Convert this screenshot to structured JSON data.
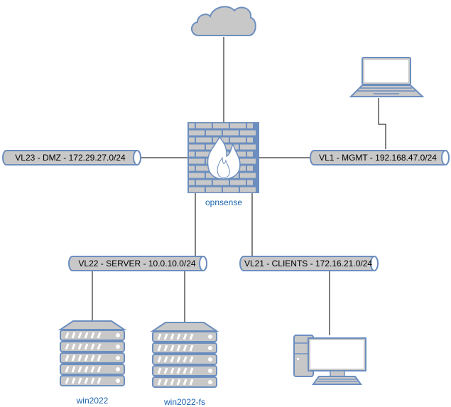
{
  "diagram": {
    "title": "Network Topology",
    "colors": {
      "stroke": "#6c8ebf",
      "fill": "#c8c8c8",
      "link": "#000000",
      "node_label": "#1a64b0"
    },
    "nodes": {
      "internet": {
        "icon": "cloud-icon"
      },
      "firewall": {
        "label": "opnsense",
        "icon": "firewall-icon"
      },
      "mgmt_laptop": {
        "icon": "laptop-icon"
      },
      "server1": {
        "label": "win2022",
        "icon": "server-icon"
      },
      "server2": {
        "label": "win2022-fs",
        "icon": "server-icon"
      },
      "client_pc": {
        "icon": "desktop-pc-icon"
      }
    },
    "vlans": {
      "dmz": {
        "label": "VL23 - DMZ - 172.29.27.0/24"
      },
      "mgmt": {
        "label": "VL1 - MGMT - 192.168.47.0/24"
      },
      "server": {
        "label": "VL22 - SERVER - 10.0.10.0/24"
      },
      "clients": {
        "label": "VL21 - CLIENTS - 172.16.21.0/24"
      }
    }
  }
}
